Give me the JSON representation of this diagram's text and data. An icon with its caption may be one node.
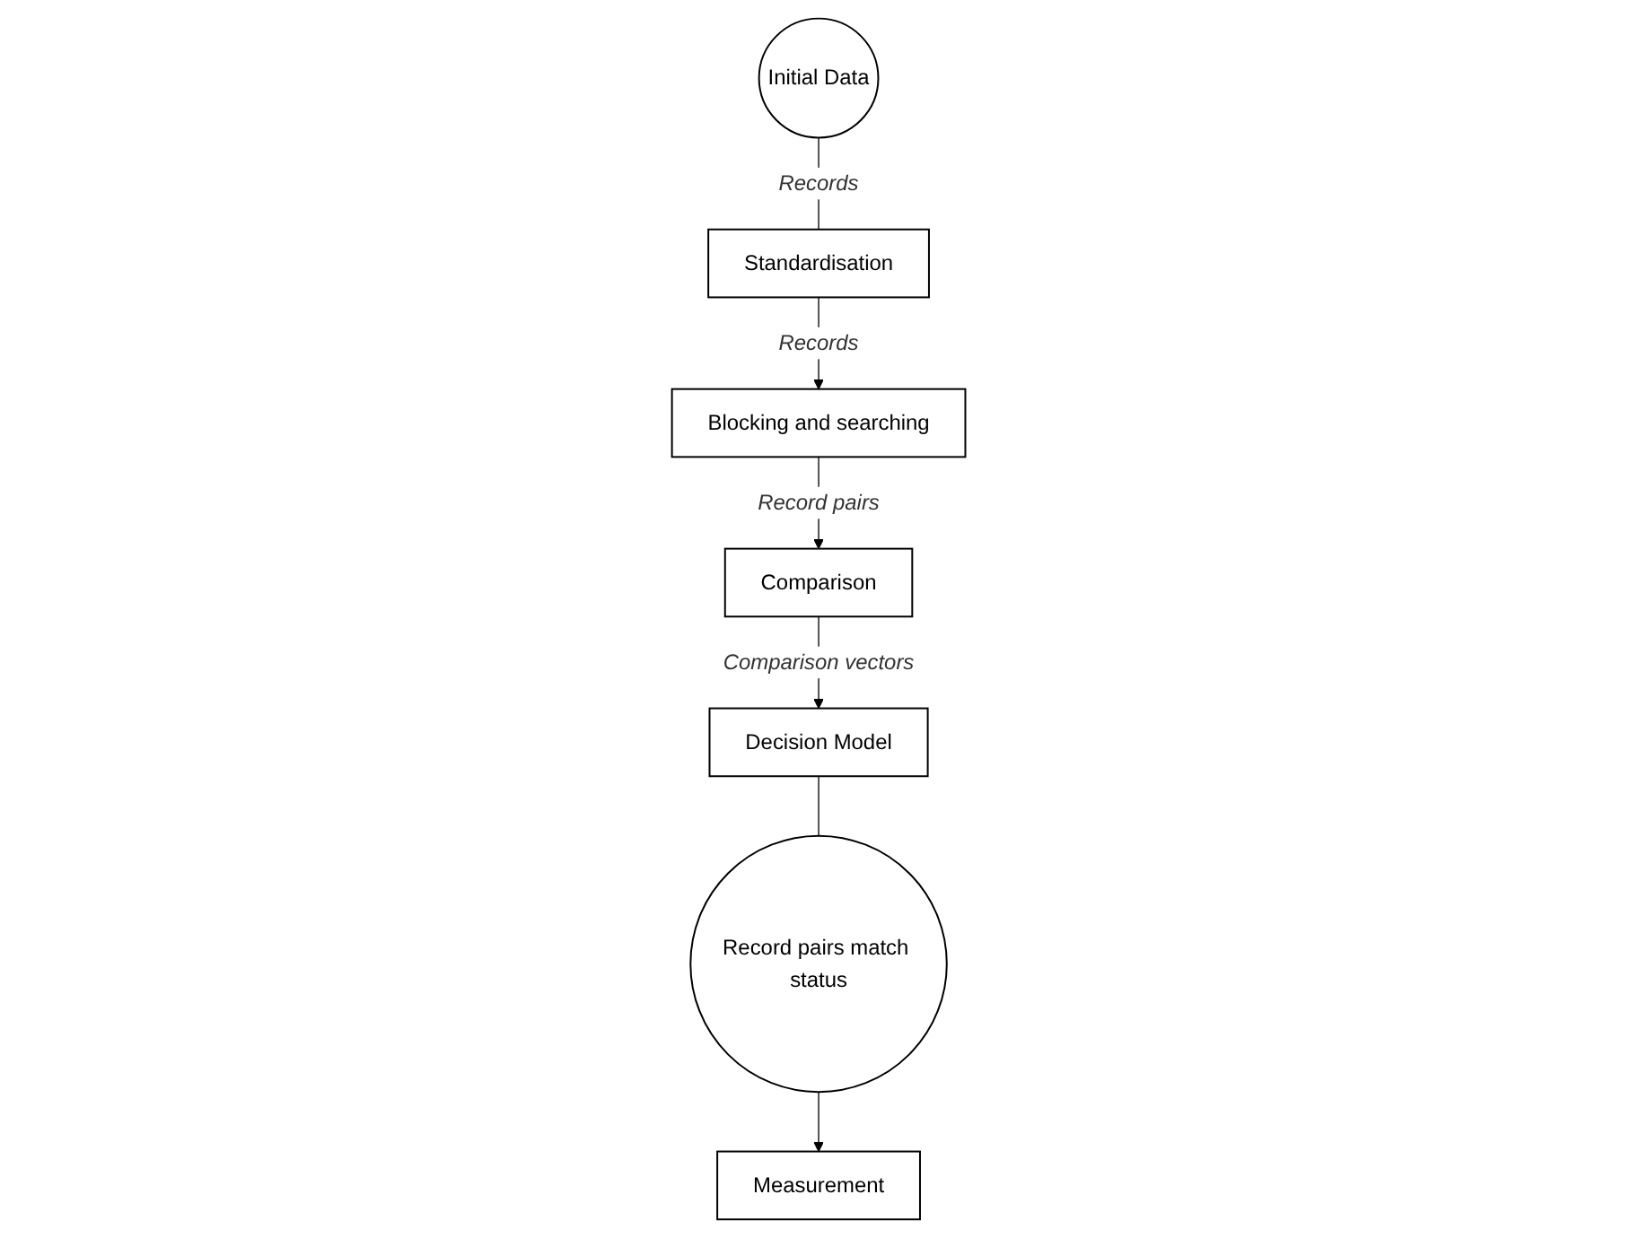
{
  "diagram": {
    "nodes": [
      {
        "text": [
          "Initial Data"
        ]
      },
      {
        "text": [
          "Standardisation"
        ]
      },
      {
        "text": [
          "Blocking and searching"
        ]
      },
      {
        "text": [
          "Comparison"
        ]
      },
      {
        "text": [
          "Decision Model"
        ]
      },
      {
        "text": [
          "Record pairs match status"
        ]
      },
      {
        "text": [
          "Measurement"
        ]
      }
    ],
    "edges": [
      {
        "from": 0,
        "to": 1,
        "arrow": "none",
        "label": "Records"
      },
      {
        "from": 1,
        "to": 2,
        "arrow": "to",
        "label": "Records"
      },
      {
        "from": 2,
        "to": 3,
        "arrow": "to",
        "label": "Record pairs"
      },
      {
        "from": 3,
        "to": 4,
        "arrow": "to",
        "label": "Comparison vectors"
      },
      {
        "from": 4,
        "to": 5,
        "arrow": "none"
      },
      {
        "from": 5,
        "to": 6,
        "arrow": "to"
      }
    ]
  }
}
